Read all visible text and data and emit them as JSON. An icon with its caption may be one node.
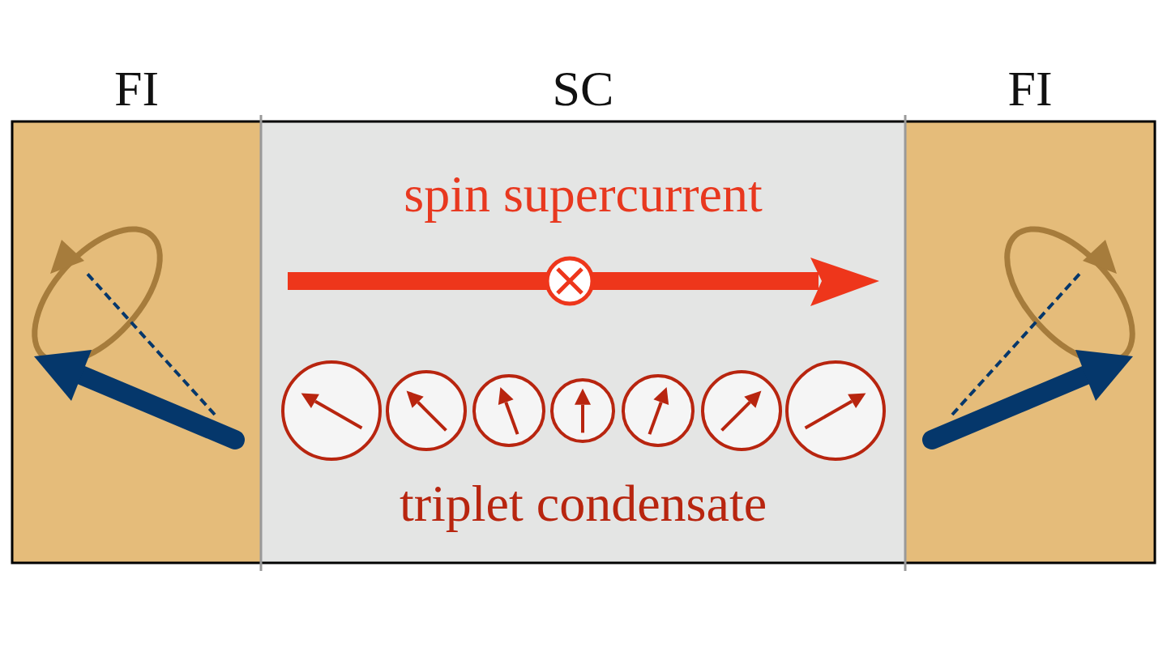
{
  "diagram": {
    "nodes": [
      {
        "text": [
          "FI"
        ]
      },
      {
        "text": [
          "SC",
          "spin supercurrent",
          "triplet condensate"
        ]
      },
      {
        "text": [
          "FI"
        ]
      }
    ]
  }
}
